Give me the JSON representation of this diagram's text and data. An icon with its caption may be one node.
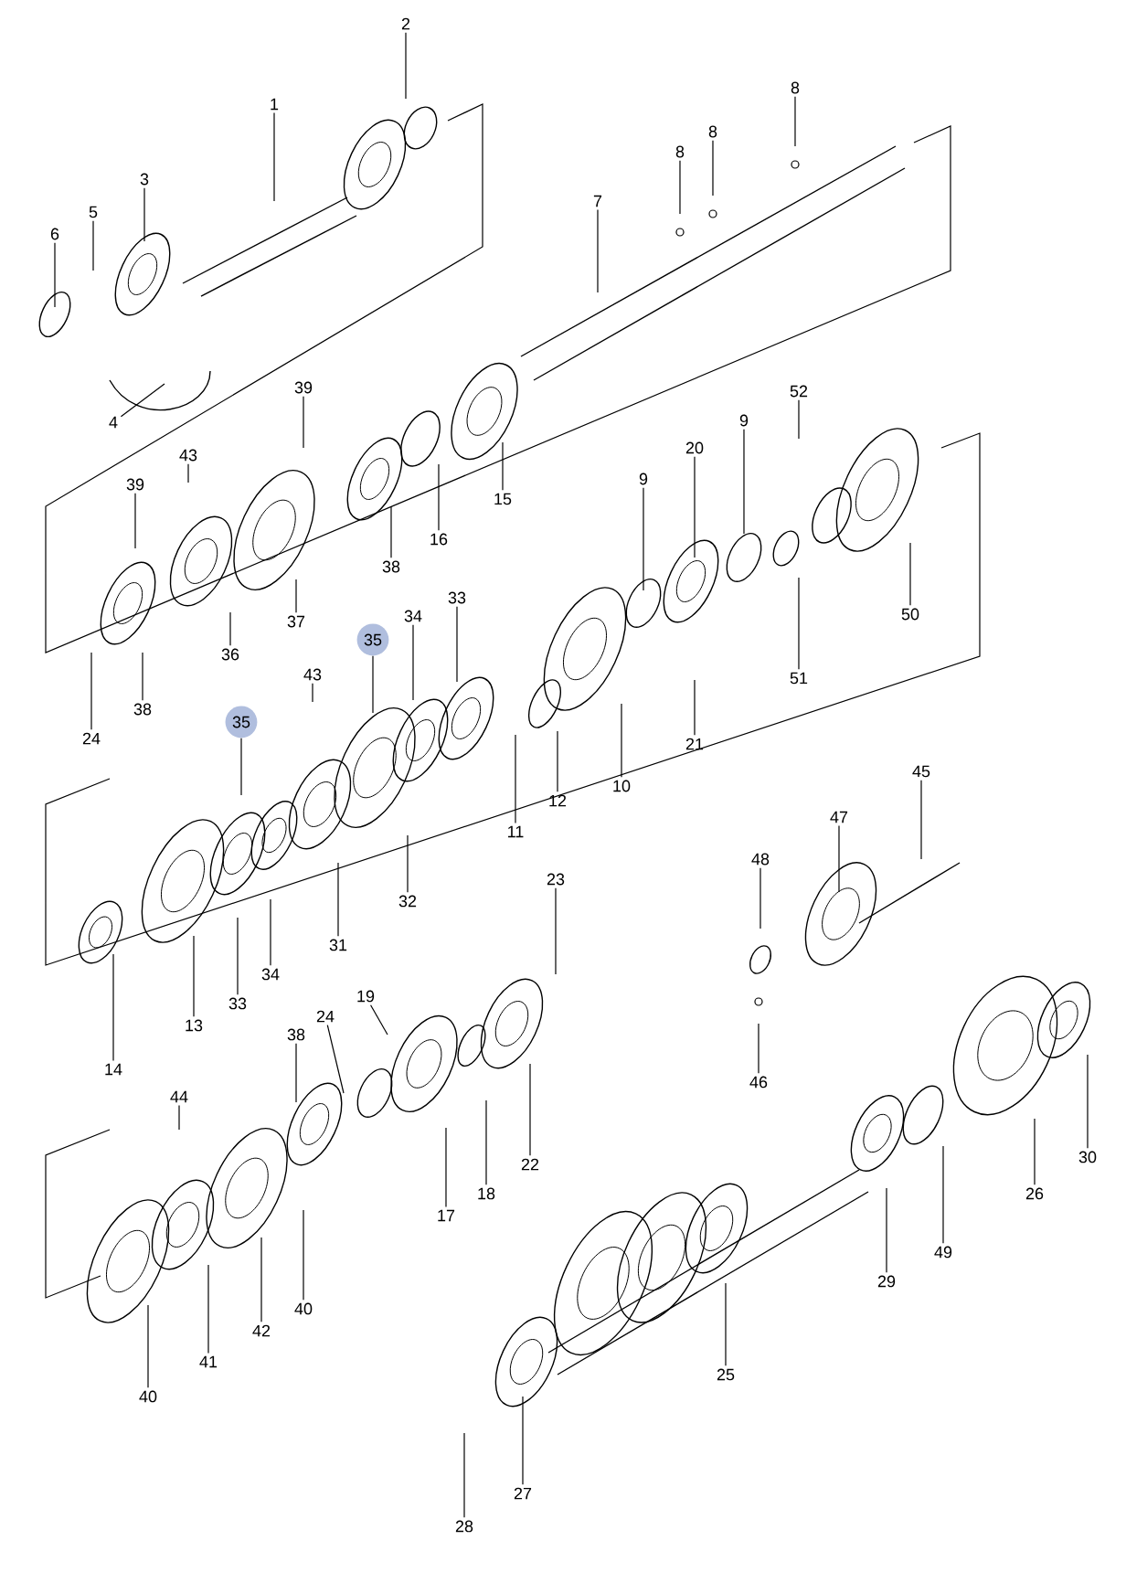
{
  "diagram": {
    "nodes": [
      {
        "text": [
          "2"
        ]
      },
      {
        "text": [
          "8"
        ]
      },
      {
        "text": [
          "1"
        ]
      },
      {
        "text": [
          "8"
        ]
      },
      {
        "text": [
          "8"
        ]
      },
      {
        "text": [
          "3"
        ]
      },
      {
        "text": [
          "7"
        ]
      },
      {
        "text": [
          "5"
        ]
      },
      {
        "text": [
          "6"
        ]
      },
      {
        "text": [
          "39"
        ]
      },
      {
        "text": [
          "52"
        ]
      },
      {
        "text": [
          "4"
        ]
      },
      {
        "text": [
          "9"
        ]
      },
      {
        "text": [
          "20"
        ]
      },
      {
        "text": [
          "43"
        ]
      },
      {
        "text": [
          "9"
        ]
      },
      {
        "text": [
          "39"
        ]
      },
      {
        "text": [
          "15"
        ]
      },
      {
        "text": [
          "16"
        ]
      },
      {
        "text": [
          "38"
        ]
      },
      {
        "text": [
          "33"
        ]
      },
      {
        "text": [
          "50"
        ]
      },
      {
        "text": [
          "34"
        ]
      },
      {
        "text": [
          "37"
        ]
      },
      {
        "text": [
          "35"
        ]
      },
      {
        "text": [
          "36"
        ]
      },
      {
        "text": [
          "43"
        ]
      },
      {
        "text": [
          "51"
        ]
      },
      {
        "text": [
          "38"
        ]
      },
      {
        "text": [
          "35"
        ]
      },
      {
        "text": [
          "24"
        ]
      },
      {
        "text": [
          "21"
        ]
      },
      {
        "text": [
          "45"
        ]
      },
      {
        "text": [
          "10"
        ]
      },
      {
        "text": [
          "12"
        ]
      },
      {
        "text": [
          "47"
        ]
      },
      {
        "text": [
          "11"
        ]
      },
      {
        "text": [
          "48"
        ]
      },
      {
        "text": [
          "23"
        ]
      },
      {
        "text": [
          "32"
        ]
      },
      {
        "text": [
          "31"
        ]
      },
      {
        "text": [
          "34"
        ]
      },
      {
        "text": [
          "19"
        ]
      },
      {
        "text": [
          "33"
        ]
      },
      {
        "text": [
          "24"
        ]
      },
      {
        "text": [
          "13"
        ]
      },
      {
        "text": [
          "38"
        ]
      },
      {
        "text": [
          "14"
        ]
      },
      {
        "text": [
          "46"
        ]
      },
      {
        "text": [
          "44"
        ]
      },
      {
        "text": [
          "30"
        ]
      },
      {
        "text": [
          "22"
        ]
      },
      {
        "text": [
          "26"
        ]
      },
      {
        "text": [
          "18"
        ]
      },
      {
        "text": [
          "17"
        ]
      },
      {
        "text": [
          "49"
        ]
      },
      {
        "text": [
          "29"
        ]
      },
      {
        "text": [
          "40"
        ]
      },
      {
        "text": [
          "42"
        ]
      },
      {
        "text": [
          "41"
        ]
      },
      {
        "text": [
          "25"
        ]
      },
      {
        "text": [
          "40"
        ]
      },
      {
        "text": [
          "27"
        ]
      },
      {
        "text": [
          "28"
        ]
      }
    ],
    "edges": [
      {
        "from": 0,
        "to": null,
        "arrow": "none"
      },
      {
        "from": 1,
        "to": null,
        "arrow": "none"
      },
      {
        "from": 2,
        "to": null,
        "arrow": "none"
      },
      {
        "from": 3,
        "to": null,
        "arrow": "none"
      },
      {
        "from": 4,
        "to": null,
        "arrow": "none"
      },
      {
        "from": 5,
        "to": null,
        "arrow": "none"
      },
      {
        "from": 6,
        "to": null,
        "arrow": "none"
      },
      {
        "from": 7,
        "to": null,
        "arrow": "none"
      },
      {
        "from": 8,
        "to": null,
        "arrow": "none"
      },
      {
        "from": 9,
        "to": null,
        "arrow": "none"
      },
      {
        "from": 10,
        "to": null,
        "arrow": "none"
      },
      {
        "from": 11,
        "to": null,
        "arrow": "none"
      },
      {
        "from": 12,
        "to": null,
        "arrow": "none"
      },
      {
        "from": 13,
        "to": null,
        "arrow": "none"
      },
      {
        "from": 14,
        "to": null,
        "arrow": "none"
      },
      {
        "from": 15,
        "to": null,
        "arrow": "none"
      },
      {
        "from": 16,
        "to": null,
        "arrow": "none"
      },
      {
        "from": 17,
        "to": null,
        "arrow": "none"
      },
      {
        "from": 18,
        "to": null,
        "arrow": "none"
      },
      {
        "from": 19,
        "to": null,
        "arrow": "none"
      },
      {
        "from": 20,
        "to": null,
        "arrow": "none"
      },
      {
        "from": 21,
        "to": null,
        "arrow": "none"
      },
      {
        "from": 22,
        "to": null,
        "arrow": "none"
      },
      {
        "from": 23,
        "to": null,
        "arrow": "none"
      },
      {
        "from": 24,
        "to": null,
        "arrow": "none"
      },
      {
        "from": 25,
        "to": null,
        "arrow": "none"
      },
      {
        "from": 26,
        "to": null,
        "arrow": "none"
      },
      {
        "from": 27,
        "to": null,
        "arrow": "none"
      },
      {
        "from": 28,
        "to": null,
        "arrow": "none"
      },
      {
        "from": 29,
        "to": null,
        "arrow": "none"
      },
      {
        "from": 30,
        "to": null,
        "arrow": "none"
      },
      {
        "from": 31,
        "to": null,
        "arrow": "none"
      },
      {
        "from": 32,
        "to": null,
        "arrow": "none"
      },
      {
        "from": 33,
        "to": null,
        "arrow": "none"
      },
      {
        "from": 34,
        "to": null,
        "arrow": "none"
      },
      {
        "from": 35,
        "to": null,
        "arrow": "none"
      },
      {
        "from": 36,
        "to": null,
        "arrow": "none"
      },
      {
        "from": 37,
        "to": null,
        "arrow": "none"
      },
      {
        "from": 38,
        "to": null,
        "arrow": "none"
      },
      {
        "from": 39,
        "to": null,
        "arrow": "none"
      },
      {
        "from": 40,
        "to": null,
        "arrow": "none"
      },
      {
        "from": 41,
        "to": null,
        "arrow": "none"
      },
      {
        "from": 42,
        "to": null,
        "arrow": "none"
      },
      {
        "from": 43,
        "to": null,
        "arrow": "none"
      },
      {
        "from": 44,
        "to": null,
        "arrow": "none"
      },
      {
        "from": 45,
        "to": null,
        "arrow": "none"
      },
      {
        "from": 46,
        "to": null,
        "arrow": "none"
      },
      {
        "from": 47,
        "to": null,
        "arrow": "none"
      },
      {
        "from": 48,
        "to": null,
        "arrow": "none"
      },
      {
        "from": 49,
        "to": null,
        "arrow": "none"
      },
      {
        "from": 50,
        "to": null,
        "arrow": "none"
      },
      {
        "from": 51,
        "to": null,
        "arrow": "none"
      },
      {
        "from": 52,
        "to": null,
        "arrow": "none"
      },
      {
        "from": 53,
        "to": null,
        "arrow": "none"
      },
      {
        "from": 54,
        "to": null,
        "arrow": "none"
      },
      {
        "from": 55,
        "to": null,
        "arrow": "none"
      },
      {
        "from": 56,
        "to": null,
        "arrow": "none"
      },
      {
        "from": 57,
        "to": null,
        "arrow": "none"
      },
      {
        "from": 58,
        "to": null,
        "arrow": "none"
      },
      {
        "from": 59,
        "to": null,
        "arrow": "none"
      },
      {
        "from": 60,
        "to": null,
        "arrow": "none"
      },
      {
        "from": 61,
        "to": null,
        "arrow": "none"
      },
      {
        "from": 62,
        "to": null,
        "arrow": "none"
      },
      {
        "from": 63,
        "to": null,
        "arrow": "none"
      }
    ]
  }
}
